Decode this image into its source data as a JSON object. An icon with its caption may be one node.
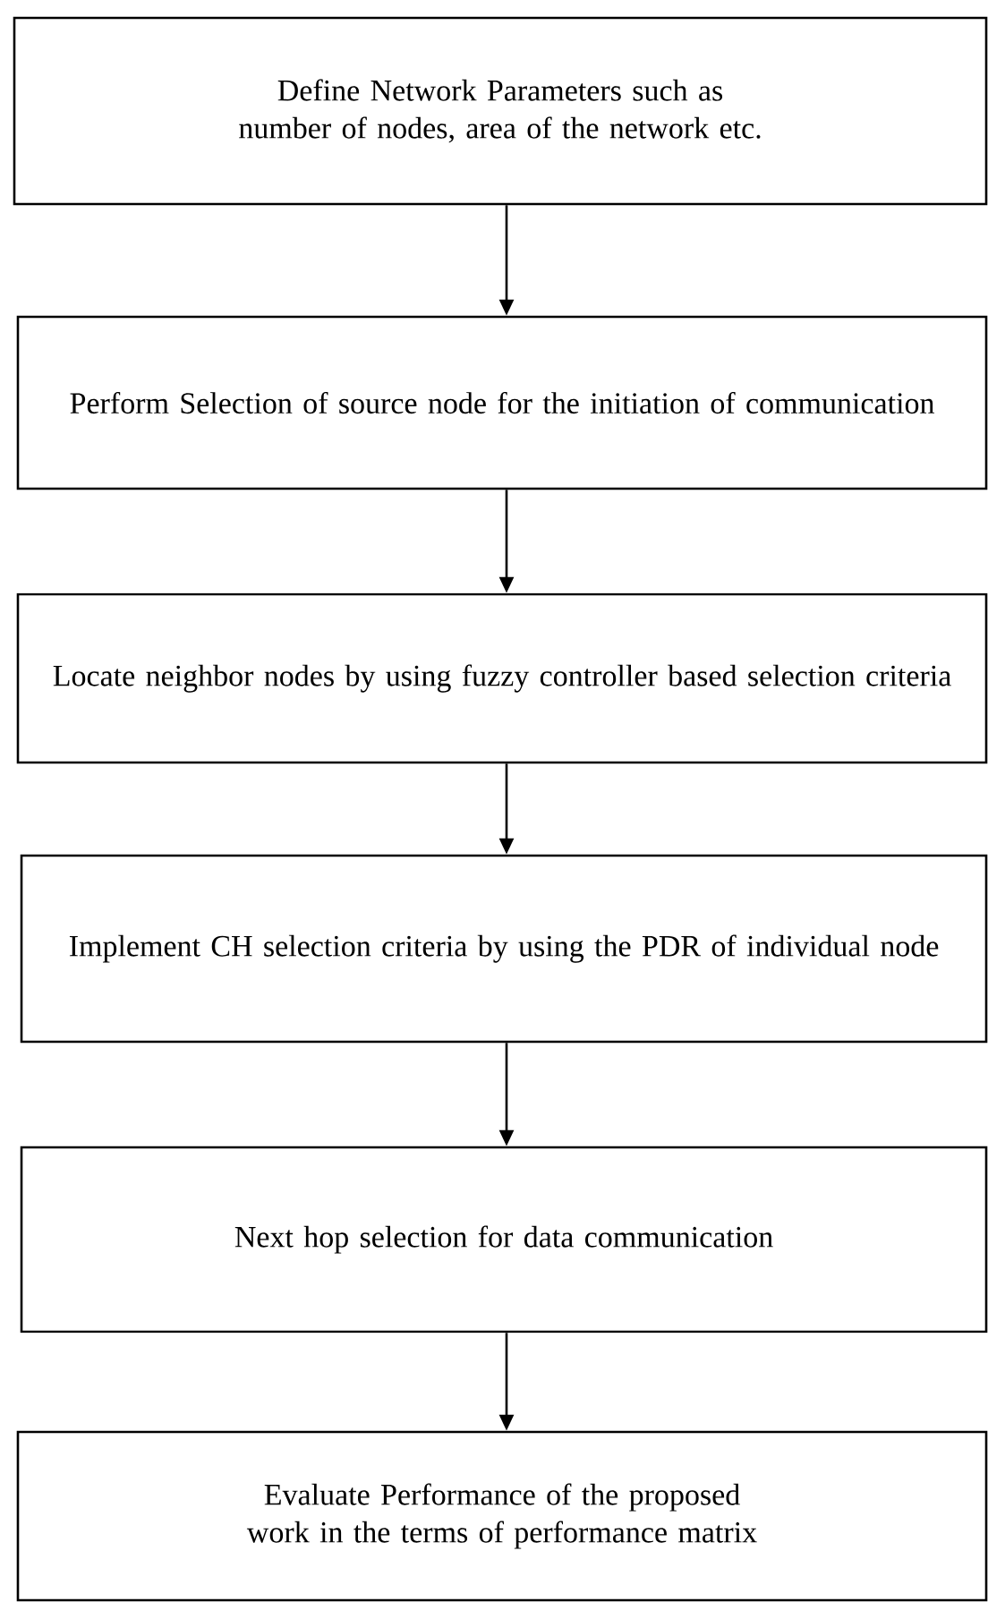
{
  "diagram": {
    "nodes": [
      {
        "text": [
          "Define Network Parameters such as number of nodes, area of the network etc."
        ]
      },
      {
        "text": [
          "Perform Selection of source node for the initiation of communication"
        ]
      },
      {
        "text": [
          "Locate neighbor nodes by using fuzzy controller based selection criteria"
        ]
      },
      {
        "text": [
          "Implement CH selection criteria by using the PDR of individual node"
        ]
      },
      {
        "text": [
          "Next hop selection for data communication"
        ]
      },
      {
        "text": [
          "Evaluate Performance of the proposed work in the terms of performance matrix"
        ]
      }
    ],
    "edges": [
      {
        "from": 0,
        "to": 1,
        "arrow": "to"
      },
      {
        "from": 1,
        "to": 2,
        "arrow": "to"
      },
      {
        "from": 2,
        "to": 3,
        "arrow": "to"
      },
      {
        "from": 3,
        "to": 4,
        "arrow": "to"
      },
      {
        "from": 4,
        "to": 5,
        "arrow": "to"
      }
    ]
  }
}
